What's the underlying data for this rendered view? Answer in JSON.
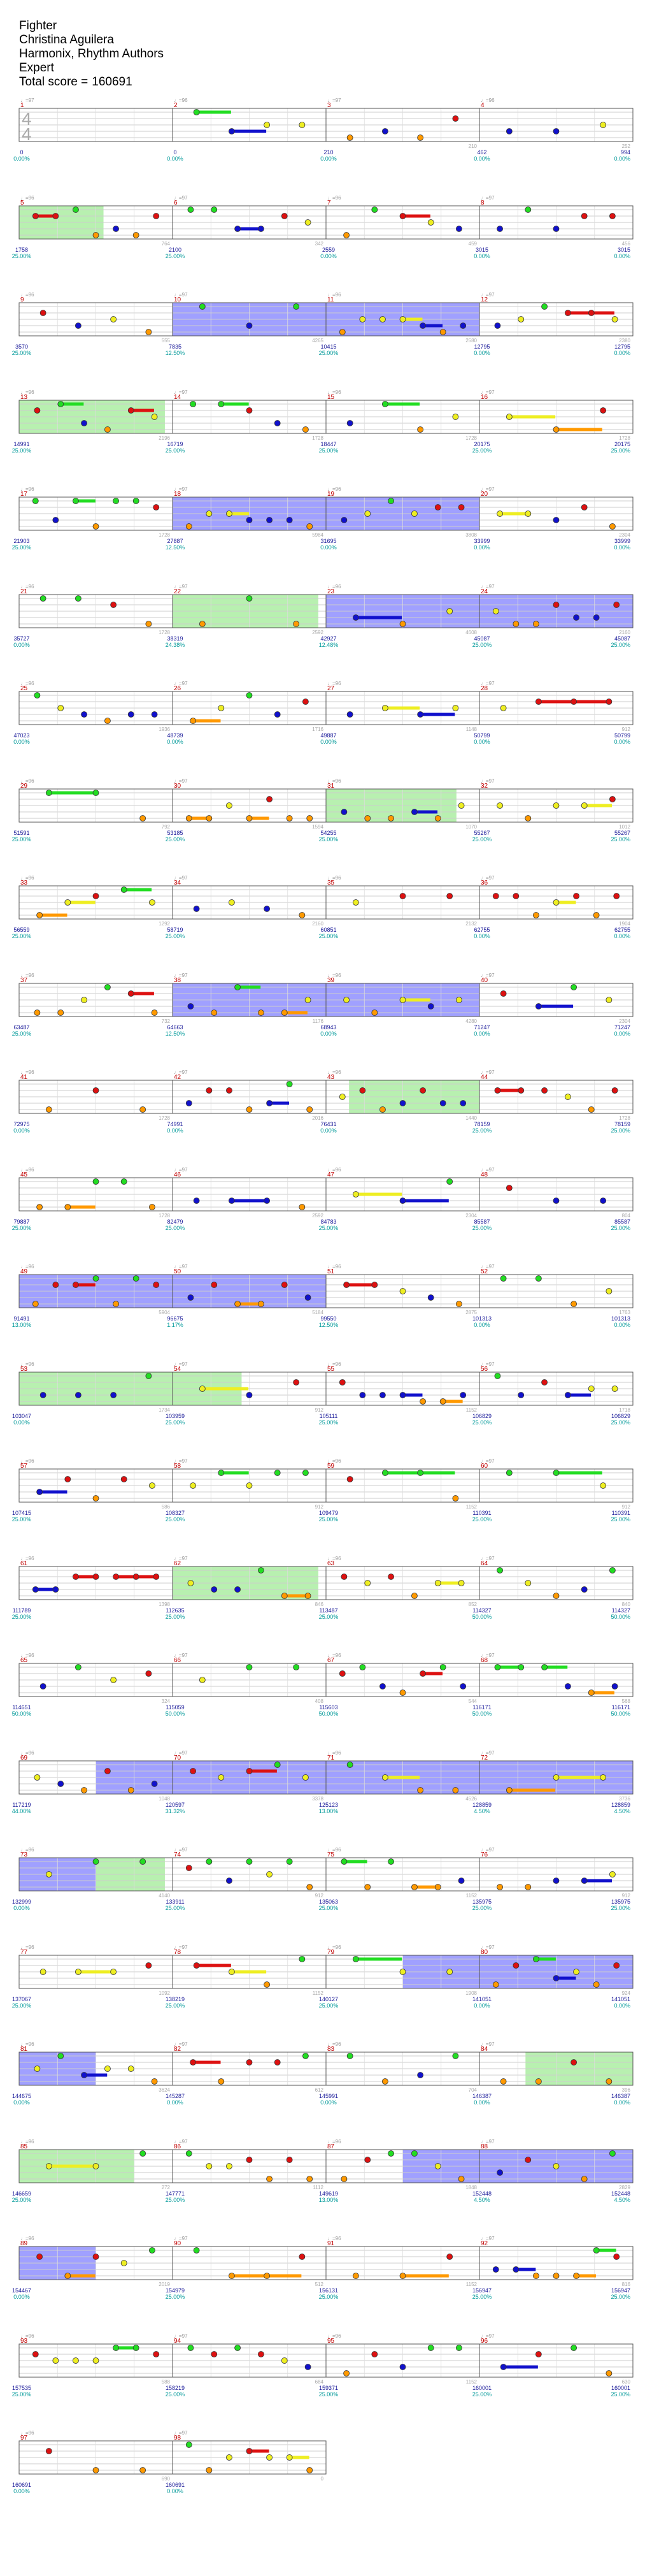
{
  "header": {
    "song": "Fighter",
    "artist": "Christina Aguilera",
    "authors": "Harmonix, Rhythm Authors",
    "difficulty": "Expert",
    "total_label": "Total score =",
    "total_value": "160691"
  },
  "time_signature": {
    "top": "4",
    "bottom": "4"
  },
  "colors": {
    "green": "#22dd22",
    "red": "#dd1111",
    "yellow": "#eeee22",
    "blue": "#1111cc",
    "orange": "#ff9900",
    "sp_green": "#b8f0b0",
    "od_blue": "#a0a0ff"
  },
  "systems": [
    {
      "measures": [
        {
          "n": "1",
          "score": "0",
          "pct": "0.00%",
          "gc": "",
          "bpm": "♩=97"
        },
        {
          "n": "2",
          "score": "0",
          "pct": "0.00%",
          "gc": "",
          "bpm": "♩=96"
        },
        {
          "n": "3",
          "score": "210",
          "pct": "0.00%",
          "gc": "210",
          "bpm": "♩=97"
        },
        {
          "n": "4",
          "score": "462",
          "pct": "0.00%",
          "gc": "252",
          "bpm": "♩=96"
        }
      ],
      "end": {
        "score": "994",
        "pct": "0.00%",
        "gc": "532"
      },
      "sp": [],
      "od": []
    },
    {
      "measures": [
        {
          "n": "5",
          "score": "1758",
          "pct": "25.00%",
          "gc": "764",
          "bpm": "♩=96"
        },
        {
          "n": "6",
          "score": "2100",
          "pct": "25.00%",
          "gc": "342",
          "bpm": "♩=97"
        },
        {
          "n": "7",
          "score": "2559",
          "pct": "0.00%",
          "gc": "459",
          "bpm": "♩=96"
        },
        {
          "n": "8",
          "score": "3015",
          "pct": "0.00%",
          "gc": "456",
          "bpm": "♩=97"
        }
      ],
      "end": {
        "score": "3015",
        "pct": "0.00%",
        "gc": ""
      },
      "sp": [
        [
          0,
          0.55
        ]
      ],
      "od": []
    },
    {
      "measures": [
        {
          "n": "9",
          "score": "3570",
          "pct": "25.00%",
          "gc": "555",
          "bpm": "♩=96"
        },
        {
          "n": "10",
          "score": "7835",
          "pct": "12.50%",
          "gc": "4265",
          "bpm": "♩=97"
        },
        {
          "n": "11",
          "score": "10415",
          "pct": "25.00%",
          "gc": "2580",
          "bpm": "♩=96"
        },
        {
          "n": "12",
          "score": "12795",
          "pct": "0.00%",
          "gc": "2380",
          "bpm": "♩=97"
        }
      ],
      "end": {
        "score": "12795",
        "pct": "0.00%",
        "gc": ""
      },
      "sp": [],
      "od": [
        [
          1.0,
          3.0
        ]
      ]
    },
    {
      "measures": [
        {
          "n": "13",
          "score": "14991",
          "pct": "25.00%",
          "gc": "2196",
          "bpm": "♩=96"
        },
        {
          "n": "14",
          "score": "16719",
          "pct": "25.00%",
          "gc": "1728",
          "bpm": "♩=97"
        },
        {
          "n": "15",
          "score": "18447",
          "pct": "25.00%",
          "gc": "1728",
          "bpm": "♩=96"
        },
        {
          "n": "16",
          "score": "20175",
          "pct": "25.00%",
          "gc": "1728",
          "bpm": "♩=97"
        }
      ],
      "end": {
        "score": "20175",
        "pct": "25.00%",
        "gc": ""
      },
      "sp": [
        [
          0,
          0.95
        ]
      ],
      "od": []
    },
    {
      "measures": [
        {
          "n": "17",
          "score": "21903",
          "pct": "25.00%",
          "gc": "1728",
          "bpm": "♩=96"
        },
        {
          "n": "18",
          "score": "27887",
          "pct": "12.50%",
          "gc": "5984",
          "bpm": "♩=97"
        },
        {
          "n": "19",
          "score": "31695",
          "pct": "0.00%",
          "gc": "3808",
          "bpm": "♩=96"
        },
        {
          "n": "20",
          "score": "33999",
          "pct": "0.00%",
          "gc": "2304",
          "bpm": "♩=97"
        }
      ],
      "end": {
        "score": "33999",
        "pct": "0.00%",
        "gc": ""
      },
      "sp": [],
      "od": [
        [
          1.0,
          3.0
        ]
      ]
    },
    {
      "measures": [
        {
          "n": "21",
          "score": "35727",
          "pct": "0.00%",
          "gc": "1728",
          "bpm": "♩=96"
        },
        {
          "n": "22",
          "score": "38319",
          "pct": "24.38%",
          "gc": "2592",
          "bpm": "♩=97"
        },
        {
          "n": "23",
          "score": "42927",
          "pct": "12.48%",
          "gc": "4608",
          "bpm": "♩=96"
        },
        {
          "n": "24",
          "score": "45087",
          "pct": "25.00%",
          "gc": "2160",
          "bpm": "♩=97"
        }
      ],
      "end": {
        "score": "45087",
        "pct": "25.00%",
        "gc": ""
      },
      "sp": [
        [
          1.0,
          1.95
        ]
      ],
      "od": [
        [
          2.0,
          4.0
        ]
      ]
    },
    {
      "measures": [
        {
          "n": "25",
          "score": "47023",
          "pct": "0.00%",
          "gc": "1936",
          "bpm": "♩=96"
        },
        {
          "n": "26",
          "score": "48739",
          "pct": "0.00%",
          "gc": "1716",
          "bpm": "♩=97"
        },
        {
          "n": "27",
          "score": "49887",
          "pct": "0.00%",
          "gc": "1148",
          "bpm": "♩=96"
        },
        {
          "n": "28",
          "score": "50799",
          "pct": "0.00%",
          "gc": "912",
          "bpm": "♩=97"
        }
      ],
      "end": {
        "score": "50799",
        "pct": "0.00%",
        "gc": ""
      },
      "sp": [],
      "od": []
    },
    {
      "measures": [
        {
          "n": "29",
          "score": "51591",
          "pct": "25.00%",
          "gc": "792",
          "bpm": "♩=96"
        },
        {
          "n": "30",
          "score": "53185",
          "pct": "25.00%",
          "gc": "1594",
          "bpm": "♩=97"
        },
        {
          "n": "31",
          "score": "54255",
          "pct": "25.00%",
          "gc": "1070",
          "bpm": "♩=96"
        },
        {
          "n": "32",
          "score": "55267",
          "pct": "25.00%",
          "gc": "1012",
          "bpm": "♩=97"
        }
      ],
      "end": {
        "score": "55267",
        "pct": "25.00%",
        "gc": ""
      },
      "sp": [
        [
          2.0,
          2.85
        ]
      ],
      "od": []
    },
    {
      "measures": [
        {
          "n": "33",
          "score": "56559",
          "pct": "25.00%",
          "gc": "1292",
          "bpm": "♩=96"
        },
        {
          "n": "34",
          "score": "58719",
          "pct": "25.00%",
          "gc": "2160",
          "bpm": "♩=97"
        },
        {
          "n": "35",
          "score": "60851",
          "pct": "25.00%",
          "gc": "2132",
          "bpm": "♩=96"
        },
        {
          "n": "36",
          "score": "62755",
          "pct": "0.00%",
          "gc": "1904",
          "bpm": "♩=97"
        }
      ],
      "end": {
        "score": "62755",
        "pct": "0.00%",
        "gc": ""
      },
      "sp": [],
      "od": []
    },
    {
      "measures": [
        {
          "n": "37",
          "score": "63487",
          "pct": "25.00%",
          "gc": "732",
          "bpm": "♩=96"
        },
        {
          "n": "38",
          "score": "64663",
          "pct": "12.50%",
          "gc": "1176",
          "bpm": "♩=97"
        },
        {
          "n": "39",
          "score": "68943",
          "pct": "0.00%",
          "gc": "4280",
          "bpm": "♩=96"
        },
        {
          "n": "40",
          "score": "71247",
          "pct": "0.00%",
          "gc": "2304",
          "bpm": "♩=97"
        }
      ],
      "end": {
        "score": "71247",
        "pct": "0.00%",
        "gc": ""
      },
      "sp": [],
      "od": [
        [
          1.0,
          3.0
        ]
      ]
    },
    {
      "measures": [
        {
          "n": "41",
          "score": "72975",
          "pct": "0.00%",
          "gc": "1728",
          "bpm": "♩=96"
        },
        {
          "n": "42",
          "score": "74991",
          "pct": "0.00%",
          "gc": "2016",
          "bpm": "♩=97"
        },
        {
          "n": "43",
          "score": "76431",
          "pct": "0.00%",
          "gc": "1440",
          "bpm": "♩=96"
        },
        {
          "n": "44",
          "score": "78159",
          "pct": "25.00%",
          "gc": "1728",
          "bpm": "♩=97"
        }
      ],
      "end": {
        "score": "78159",
        "pct": "25.00%",
        "gc": ""
      },
      "sp": [
        [
          2.15,
          3.0
        ]
      ],
      "od": []
    },
    {
      "measures": [
        {
          "n": "45",
          "score": "79887",
          "pct": "25.00%",
          "gc": "1728",
          "bpm": "♩=96"
        },
        {
          "n": "46",
          "score": "82479",
          "pct": "25.00%",
          "gc": "2592",
          "bpm": "♩=97"
        },
        {
          "n": "47",
          "score": "84783",
          "pct": "25.00%",
          "gc": "2304",
          "bpm": "♩=96"
        },
        {
          "n": "48",
          "score": "85587",
          "pct": "25.00%",
          "gc": "804",
          "bpm": "♩=97"
        }
      ],
      "end": {
        "score": "85587",
        "pct": "25.00%",
        "gc": ""
      },
      "sp": [],
      "od": []
    },
    {
      "measures": [
        {
          "n": "49",
          "score": "91491",
          "pct": "13.00%",
          "gc": "5904",
          "bpm": "♩=96"
        },
        {
          "n": "50",
          "score": "96675",
          "pct": "1.17%",
          "gc": "5184",
          "bpm": "♩=97"
        },
        {
          "n": "51",
          "score": "99550",
          "pct": "12.50%",
          "gc": "2875",
          "bpm": "♩=96"
        },
        {
          "n": "52",
          "score": "101313",
          "pct": "0.00%",
          "gc": "1763",
          "bpm": "♩=97"
        }
      ],
      "end": {
        "score": "101313",
        "pct": "0.00%",
        "gc": ""
      },
      "sp": [],
      "od": [
        [
          0.0,
          2.0
        ]
      ]
    },
    {
      "measures": [
        {
          "n": "53",
          "score": "103047",
          "pct": "0.00%",
          "gc": "1734",
          "bpm": "♩=96"
        },
        {
          "n": "54",
          "score": "103959",
          "pct": "25.00%",
          "gc": "912",
          "bpm": "♩=97"
        },
        {
          "n": "55",
          "score": "105111",
          "pct": "25.00%",
          "gc": "1152",
          "bpm": "♩=96"
        },
        {
          "n": "56",
          "score": "106829",
          "pct": "25.00%",
          "gc": "1718",
          "bpm": "♩=97"
        }
      ],
      "end": {
        "score": "106829",
        "pct": "25.00%",
        "gc": ""
      },
      "sp": [
        [
          0,
          1.45
        ]
      ],
      "od": []
    },
    {
      "measures": [
        {
          "n": "57",
          "score": "107415",
          "pct": "25.00%",
          "gc": "586",
          "bpm": "♩=96"
        },
        {
          "n": "58",
          "score": "108327",
          "pct": "25.00%",
          "gc": "912",
          "bpm": "♩=97"
        },
        {
          "n": "59",
          "score": "109479",
          "pct": "25.00%",
          "gc": "1152",
          "bpm": "♩=96"
        },
        {
          "n": "60",
          "score": "110391",
          "pct": "25.00%",
          "gc": "912",
          "bpm": "♩=97"
        }
      ],
      "end": {
        "score": "110391",
        "pct": "25.00%",
        "gc": ""
      },
      "sp": [],
      "od": []
    },
    {
      "measures": [
        {
          "n": "61",
          "score": "111789",
          "pct": "25.00%",
          "gc": "1398",
          "bpm": "♩=96"
        },
        {
          "n": "62",
          "score": "112635",
          "pct": "25.00%",
          "gc": "846",
          "bpm": "♩=97"
        },
        {
          "n": "63",
          "score": "113487",
          "pct": "25.00%",
          "gc": "852",
          "bpm": "♩=96"
        },
        {
          "n": "64",
          "score": "114327",
          "pct": "50.00%",
          "gc": "840",
          "bpm": "♩=97"
        }
      ],
      "end": {
        "score": "114327",
        "pct": "50.00%",
        "gc": ""
      },
      "sp": [
        [
          1.0,
          1.95
        ]
      ],
      "od": []
    },
    {
      "measures": [
        {
          "n": "65",
          "score": "114651",
          "pct": "50.00%",
          "gc": "324",
          "bpm": "♩=96"
        },
        {
          "n": "66",
          "score": "115059",
          "pct": "50.00%",
          "gc": "408",
          "bpm": "♩=97"
        },
        {
          "n": "67",
          "score": "115603",
          "pct": "50.00%",
          "gc": "544",
          "bpm": "♩=96"
        },
        {
          "n": "68",
          "score": "116171",
          "pct": "50.00%",
          "gc": "568",
          "bpm": "♩=97"
        }
      ],
      "end": {
        "score": "116171",
        "pct": "50.00%",
        "gc": ""
      },
      "sp": [],
      "od": []
    },
    {
      "measures": [
        {
          "n": "69",
          "score": "117219",
          "pct": "44.00%",
          "gc": "1048",
          "bpm": "♩=96"
        },
        {
          "n": "70",
          "score": "120597",
          "pct": "31.32%",
          "gc": "3378",
          "bpm": "♩=97"
        },
        {
          "n": "71",
          "score": "125123",
          "pct": "13.00%",
          "gc": "4526",
          "bpm": "♩=96"
        },
        {
          "n": "72",
          "score": "128859",
          "pct": "4.50%",
          "gc": "3736",
          "bpm": "♩=97"
        }
      ],
      "end": {
        "score": "128859",
        "pct": "4.50%",
        "gc": ""
      },
      "sp": [],
      "od": [
        [
          0.5,
          4.0
        ]
      ]
    },
    {
      "measures": [
        {
          "n": "73",
          "score": "132999",
          "pct": "0.00%",
          "gc": "4140",
          "bpm": "♩=96"
        },
        {
          "n": "74",
          "score": "133911",
          "pct": "25.00%",
          "gc": "912",
          "bpm": "♩=97"
        },
        {
          "n": "75",
          "score": "135063",
          "pct": "25.00%",
          "gc": "1152",
          "bpm": "♩=96"
        },
        {
          "n": "76",
          "score": "135975",
          "pct": "25.00%",
          "gc": "912",
          "bpm": "♩=97"
        }
      ],
      "end": {
        "score": "135975",
        "pct": "25.00%",
        "gc": ""
      },
      "sp": [
        [
          0.5,
          0.95
        ]
      ],
      "od": [
        [
          0,
          0.5
        ]
      ]
    },
    {
      "measures": [
        {
          "n": "77",
          "score": "137067",
          "pct": "25.00%",
          "gc": "1092",
          "bpm": "♩=96"
        },
        {
          "n": "78",
          "score": "138219",
          "pct": "25.00%",
          "gc": "1152",
          "bpm": "♩=97"
        },
        {
          "n": "79",
          "score": "140127",
          "pct": "25.00%",
          "gc": "1908",
          "bpm": "♩=96"
        },
        {
          "n": "80",
          "score": "141051",
          "pct": "0.00%",
          "gc": "924",
          "bpm": "♩=97"
        }
      ],
      "end": {
        "score": "141051",
        "pct": "0.00%",
        "gc": ""
      },
      "sp": [],
      "od": [
        [
          2.5,
          4.0
        ]
      ]
    },
    {
      "measures": [
        {
          "n": "81",
          "score": "144675",
          "pct": "0.00%",
          "gc": "3624",
          "bpm": "♩=96"
        },
        {
          "n": "82",
          "score": "145287",
          "pct": "0.00%",
          "gc": "612",
          "bpm": "♩=97"
        },
        {
          "n": "83",
          "score": "145991",
          "pct": "0.00%",
          "gc": "704",
          "bpm": "♩=96"
        },
        {
          "n": "84",
          "score": "146387",
          "pct": "0.00%",
          "gc": "396",
          "bpm": "♩=97"
        }
      ],
      "end": {
        "score": "146387",
        "pct": "0.00%",
        "gc": ""
      },
      "sp": [
        [
          3.3,
          4.0
        ]
      ],
      "od": [
        [
          0,
          0.5
        ]
      ]
    },
    {
      "measures": [
        {
          "n": "85",
          "score": "146659",
          "pct": "25.00%",
          "gc": "272",
          "bpm": "♩=96"
        },
        {
          "n": "86",
          "score": "147771",
          "pct": "25.00%",
          "gc": "1112",
          "bpm": "♩=97"
        },
        {
          "n": "87",
          "score": "149619",
          "pct": "13.00%",
          "gc": "1848",
          "bpm": "♩=96"
        },
        {
          "n": "88",
          "score": "152448",
          "pct": "4.50%",
          "gc": "2829",
          "bpm": "♩=97"
        }
      ],
      "end": {
        "score": "152448",
        "pct": "4.50%",
        "gc": ""
      },
      "sp": [
        [
          0,
          0.75
        ]
      ],
      "od": [
        [
          2.5,
          4.0
        ]
      ]
    },
    {
      "measures": [
        {
          "n": "89",
          "score": "154467",
          "pct": "0.00%",
          "gc": "2019",
          "bpm": "♩=96"
        },
        {
          "n": "90",
          "score": "154979",
          "pct": "25.00%",
          "gc": "512",
          "bpm": "♩=97"
        },
        {
          "n": "91",
          "score": "156131",
          "pct": "25.00%",
          "gc": "1152",
          "bpm": "♩=96"
        },
        {
          "n": "92",
          "score": "156947",
          "pct": "25.00%",
          "gc": "816",
          "bpm": "♩=97"
        }
      ],
      "end": {
        "score": "156947",
        "pct": "25.00%",
        "gc": ""
      },
      "sp": [],
      "od": [
        [
          0,
          0.5
        ]
      ]
    },
    {
      "measures": [
        {
          "n": "93",
          "score": "157535",
          "pct": "25.00%",
          "gc": "588",
          "bpm": "♩=96"
        },
        {
          "n": "94",
          "score": "158219",
          "pct": "25.00%",
          "gc": "684",
          "bpm": "♩=97"
        },
        {
          "n": "95",
          "score": "159371",
          "pct": "25.00%",
          "gc": "1152",
          "bpm": "♩=96"
        },
        {
          "n": "96",
          "score": "160001",
          "pct": "25.00%",
          "gc": "630",
          "bpm": "♩=97"
        }
      ],
      "end": {
        "score": "160001",
        "pct": "25.00%",
        "gc": ""
      },
      "sp": [],
      "od": []
    },
    {
      "measures": [
        {
          "n": "97",
          "score": "160691",
          "pct": "0.00%",
          "gc": "690",
          "bpm": "♩=96"
        },
        {
          "n": "98",
          "score": "160691",
          "pct": "0.00%",
          "gc": "0",
          "bpm": "♩=97"
        }
      ],
      "end": null,
      "sp": [],
      "od": []
    }
  ]
}
